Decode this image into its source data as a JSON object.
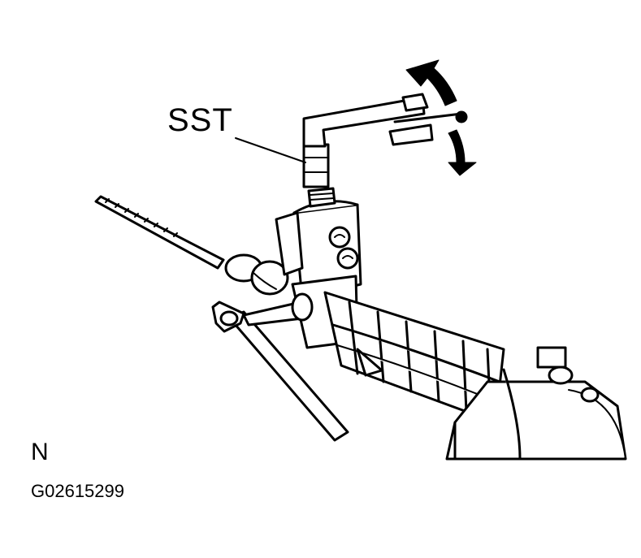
{
  "labels": {
    "tool": "SST",
    "view": "N",
    "figure_code": "G02615299"
  },
  "colors": {
    "ink": "#000000",
    "paper": "#ffffff"
  }
}
